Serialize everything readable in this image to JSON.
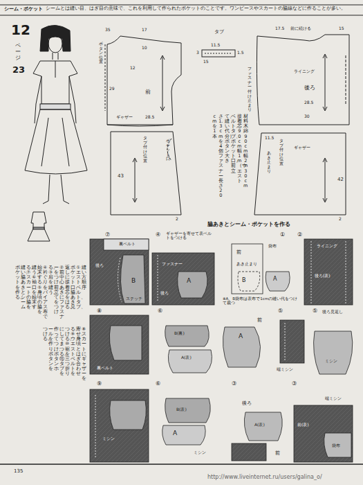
{
  "diagram": {
    "title": "脇あきとシーム・ポケットを作る",
    "labels": [
      "シーム・ポケット",
      "シームとは縫い目、はぎ目の意味で、これを利用して作られたポケットのことです。ワンピースやスカートの脇線などに作ることが多い。",
      "12",
      "ページ",
      "23",
      "35",
      "17",
      "10",
      "12",
      "29",
      "前",
      "ギャザー",
      "28.5",
      "ボタン位置",
      "タブ付け位置",
      "43",
      "ポケット口",
      "2",
      "タブ",
      "11.5",
      "3",
      "1.5",
      "15",
      "材料　木綿 90cm幅2m30cm",
      "接着芯 90cm幅1m（ウエスト",
      "ベルト、タブ、ポケット口、前立",
      "て、縫い代分）　ボタン　大き",
      "さ1.3cmを4個　ファスナー　長さ20",
      "cmを1本",
      "17.5",
      "前に続ける",
      "ライニング",
      "後ろ",
      "28.5",
      "30",
      "ファスナー付け止まり",
      "15",
      "11.5",
      "タブ付け位置",
      "ギャザー",
      "あき止まり",
      "42",
      "2",
      "⑦",
      "裏ベルト",
      "B",
      "後ろ",
      "ステッチ",
      "④",
      "ギャザーを寄せて表ベルトをつける",
      "ファスナー",
      "A",
      "後ろ",
      "①",
      "前",
      "袋布",
      "あき止まり",
      "B",
      "A",
      "※A、B袋布は表布で1cmの縫い代をつけて裁つ",
      "②",
      "ライニング",
      "後ろ(表)",
      "⑧",
      "裏ベルト",
      "⑥",
      "B(裏)",
      "A(表)",
      "A",
      "前",
      "⑤",
      "端ミシン",
      "⑤",
      "後ろ見返し",
      "ミシン",
      "⑨",
      "ミシン",
      "⑥",
      "B(表)",
      "A",
      "ミシン",
      "③",
      "後ろ",
      "A(表)",
      "前",
      "③",
      "前(表)",
      "端ミシン",
      "袋布",
      "135",
      "http://www.liveinternet.ru/users/galina_o/",
      "縫い方順序",
      "①エストベルト、タブ、",
      "ポケット口、脇あき見",
      "返しに接着芯をはる。",
      "②前中心あきにファスナ",
      "ーをつけ、前立てをつけ",
      "る。③肩を縫う。",
      "④衿ぐりをバイアス布で",
      "始末する。⑤身頃の脇を",
      "縫う。⑥袖口を始末す",
      "る。⑦スカートの脇を",
      "縫い、脇あきとシーム・",
      "ポケットを作る。",
      "⑧スカートにギャザーを",
      "寄せ、身頃とはぎ合わせ",
      "る。⑨ウエストベルトを",
      "つける。⑩裾を三つ折り",
      "にしてまつる。⑪タブを",
      "作ってつけ、ボタンホ",
      "ールを作り、ボタンを",
      "つける。"
    ]
  }
}
